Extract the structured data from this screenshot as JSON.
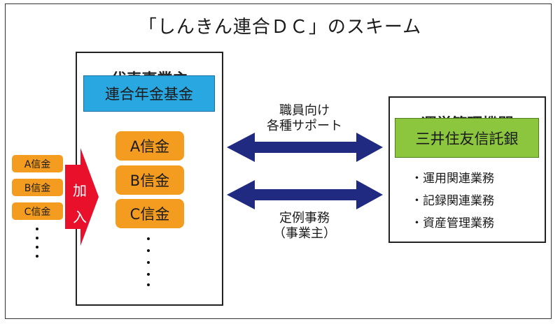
{
  "title": "「しんきん連合ＤＣ」のスキーム",
  "representative": {
    "heading": "代表事業主",
    "fund": "連合年金基金",
    "members": [
      "A信金",
      "B信金",
      "C信金"
    ]
  },
  "joiners": {
    "members": [
      "A信金",
      "B信金",
      "C信金"
    ],
    "join_label": "加入"
  },
  "manager": {
    "heading": "運営管理機関",
    "bank": "三井住友信託銀",
    "services": [
      "運用関連業務",
      "記録関連業務",
      "資産管理業務"
    ]
  },
  "arrows": {
    "upper_label_line1": "職員向け",
    "upper_label_line2": "各種サポート",
    "lower_label_line1": "定例事務",
    "lower_label_line2": "（事業主）"
  },
  "colors": {
    "fund_blue": "#29a7e1",
    "trust_green": "#8cc63f",
    "member_orange": "#f39c1f",
    "join_red": "#e8102a",
    "arrow_navy": "#1f2a80"
  }
}
